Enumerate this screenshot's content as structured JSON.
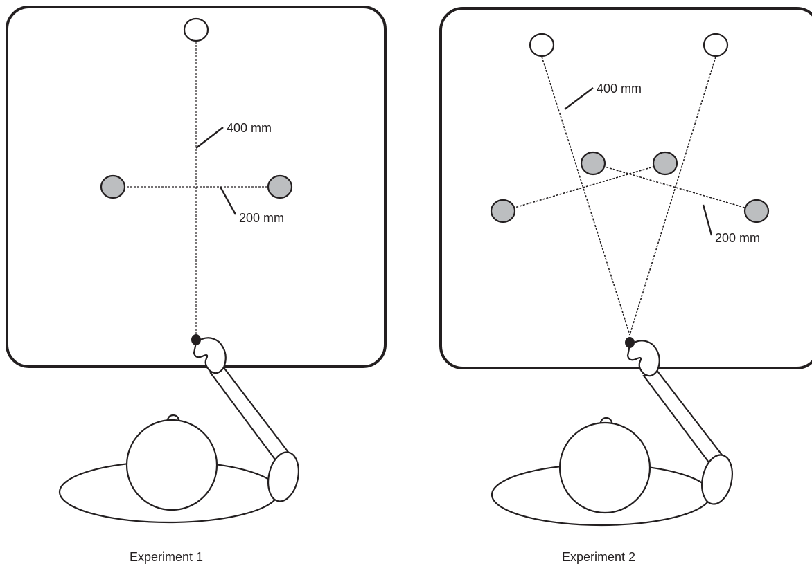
{
  "panels": [
    {
      "caption": "Experiment 1",
      "distance_label": "400 mm",
      "spacing_label": "200 mm"
    },
    {
      "caption": "Experiment 2",
      "distance_label": "400 mm",
      "spacing_label": "200 mm"
    }
  ],
  "colors": {
    "stroke": "#231f20",
    "target_gray": "#bcbec0",
    "background": "#ffffff"
  }
}
